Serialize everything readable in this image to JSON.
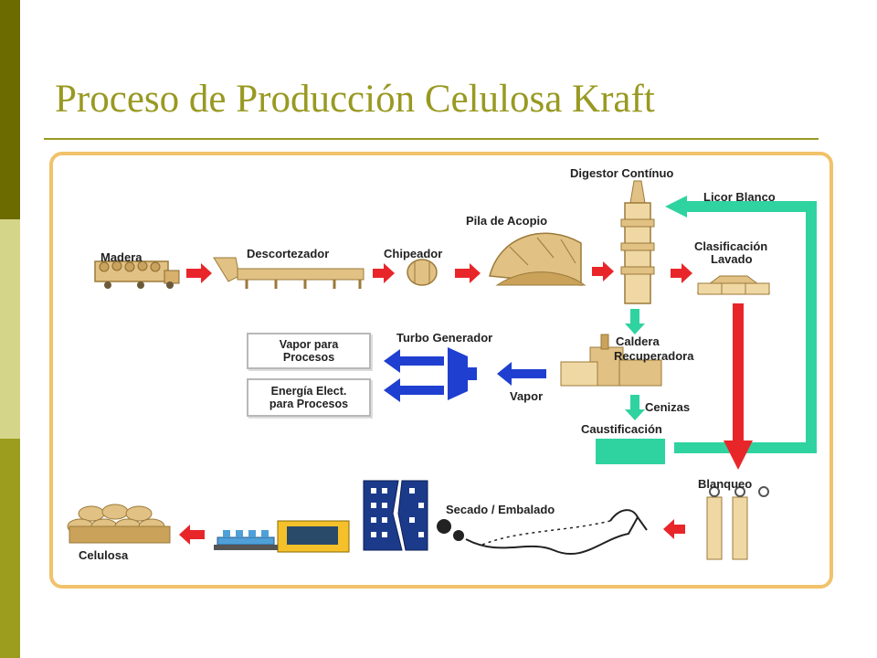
{
  "slide": {
    "title": "Proceso de Producción Celulosa Kraft"
  },
  "diagram": {
    "labels": {
      "madera": "Madera",
      "descortezador": "Descortezador",
      "chipeador": "Chipeador",
      "pila_acopio": "Pila de Acopio",
      "digestor": "Digestor Contínuo",
      "licor_blanco": "Licor Blanco",
      "clasificacion": "Clasificación",
      "lavado": "Lavado",
      "turbo_generador": "Turbo Generador",
      "vapor_para_1": "Vapor para",
      "vapor_para_2": "Procesos",
      "energia_1": "Energía Elect.",
      "energia_2": "para Procesos",
      "caldera_1": "Caldera",
      "caldera_2": "Recuperadora",
      "vapor": "Vapor",
      "cenizas": "Cenizas",
      "caustificacion": "Caustificación",
      "blanqueo": "Blanqueo",
      "secado": "Secado / Embalado",
      "celulosa": "Celulosa"
    },
    "colors": {
      "red_arrow": "#e8262a",
      "blue_arrow": "#1f3fd0",
      "green_arrow": "#2fd3a0",
      "wood": "#e2c184",
      "frame": "#f1c26a",
      "title": "#999922"
    }
  }
}
